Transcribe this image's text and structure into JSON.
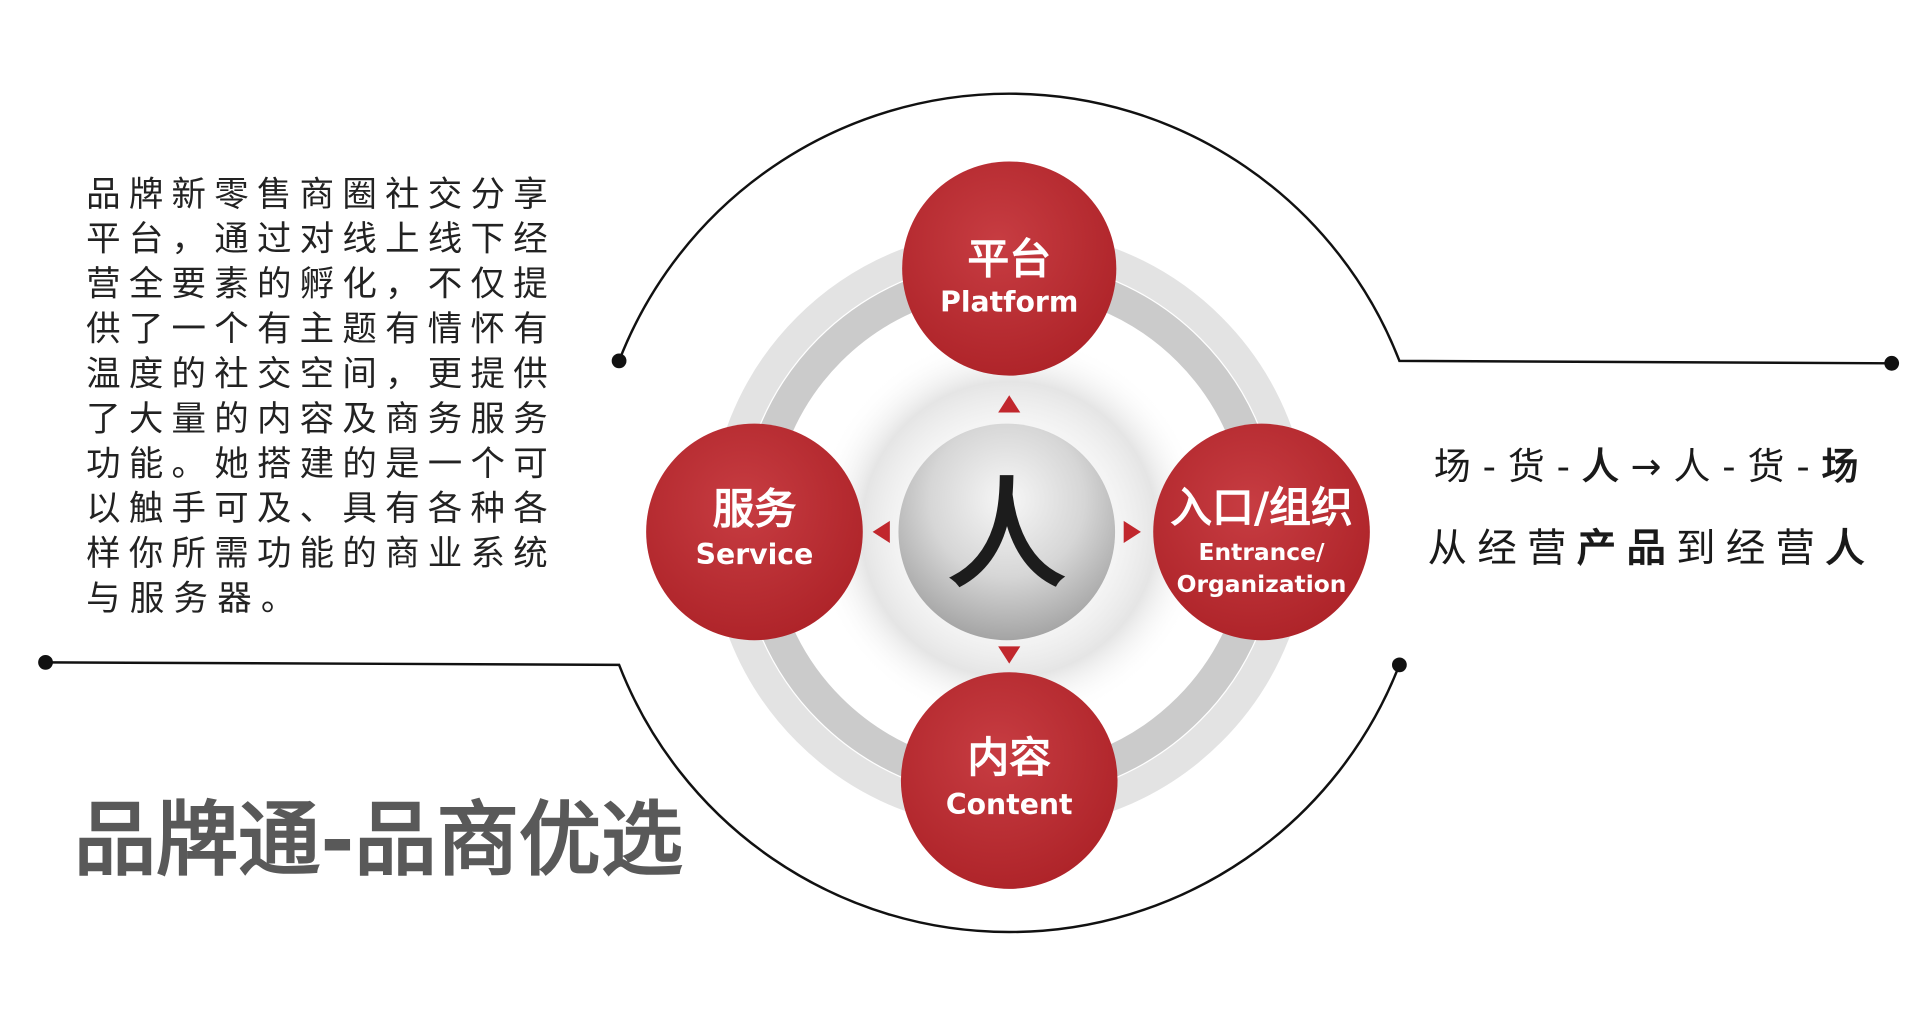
{
  "description": {
    "lines": [
      "品牌新零售商圈社交分享",
      "平台，通过对线上线下经",
      "营全要素的孵化，不仅提",
      "供了一个有主题有情怀有",
      "温度的社交空间，更提供",
      "了大量的内容及商务服务",
      "功能。她搭建的是一个可",
      "以触手可及、具有各种各",
      "样你所需功能的商业系统",
      "与服务器。"
    ]
  },
  "title": "品牌通-品商优选",
  "center_label": "人",
  "nodes": {
    "platform": {
      "zh": "平台",
      "en": "Platform"
    },
    "service": {
      "zh": "服务",
      "en": "Service"
    },
    "entrance": {
      "zh": "入口/组织",
      "en_line1": "Entrance/",
      "en_line2": "Organization"
    },
    "content": {
      "zh": "内容",
      "en": "Content"
    }
  },
  "slogan": {
    "line1": [
      {
        "text": "场-货-",
        "emphasis": false
      },
      {
        "text": "人",
        "emphasis": true
      },
      {
        "text": "→人-货-",
        "emphasis": false
      },
      {
        "text": "场",
        "emphasis": true
      }
    ],
    "line2": [
      {
        "text": "从经营",
        "emphasis": false
      },
      {
        "text": "产品",
        "emphasis": true
      },
      {
        "text": "到经营",
        "emphasis": false
      },
      {
        "text": "人",
        "emphasis": true
      }
    ]
  },
  "colors": {
    "accent": "#c1272d",
    "title": "#595959",
    "center_text": "#1c1c1c",
    "lines": "#111111"
  }
}
